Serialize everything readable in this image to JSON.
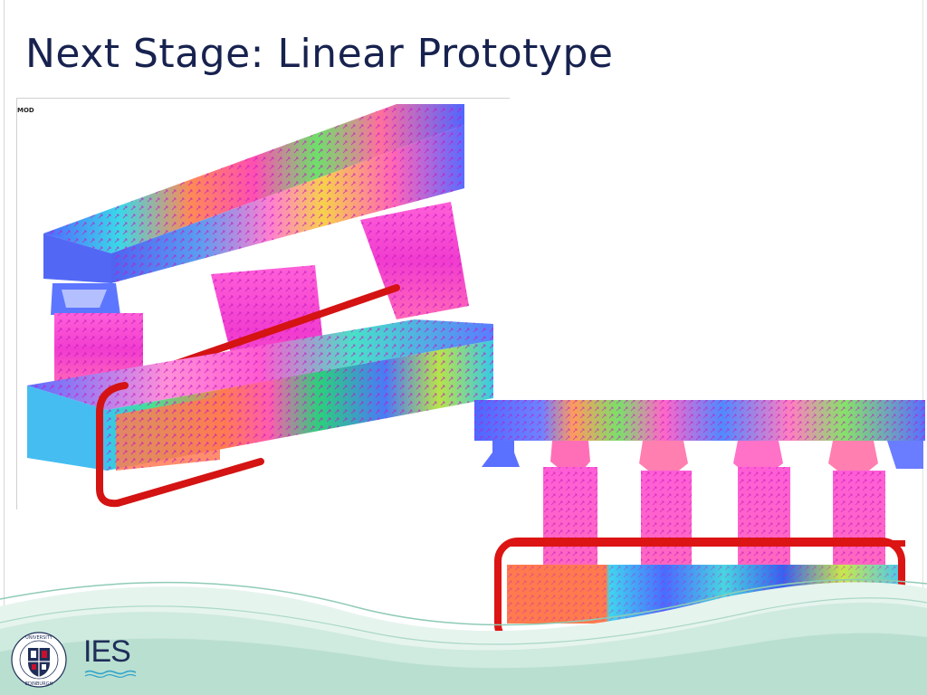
{
  "slide": {
    "title": "Next Stage: Linear Prototype",
    "figure_label": "MOD",
    "logo_text": "IES",
    "crest_text": "THE UNIVERSITY OF EDINBURGH"
  },
  "icons": {
    "crest": "university-crest-icon",
    "ies_logo": "ies-logo-icon"
  },
  "colors": {
    "title": "#17224f",
    "highlight": "#dd1414",
    "field_high": "#ff3bd8",
    "field_low": "#4f66ff",
    "wave": "#9fd8c0"
  }
}
